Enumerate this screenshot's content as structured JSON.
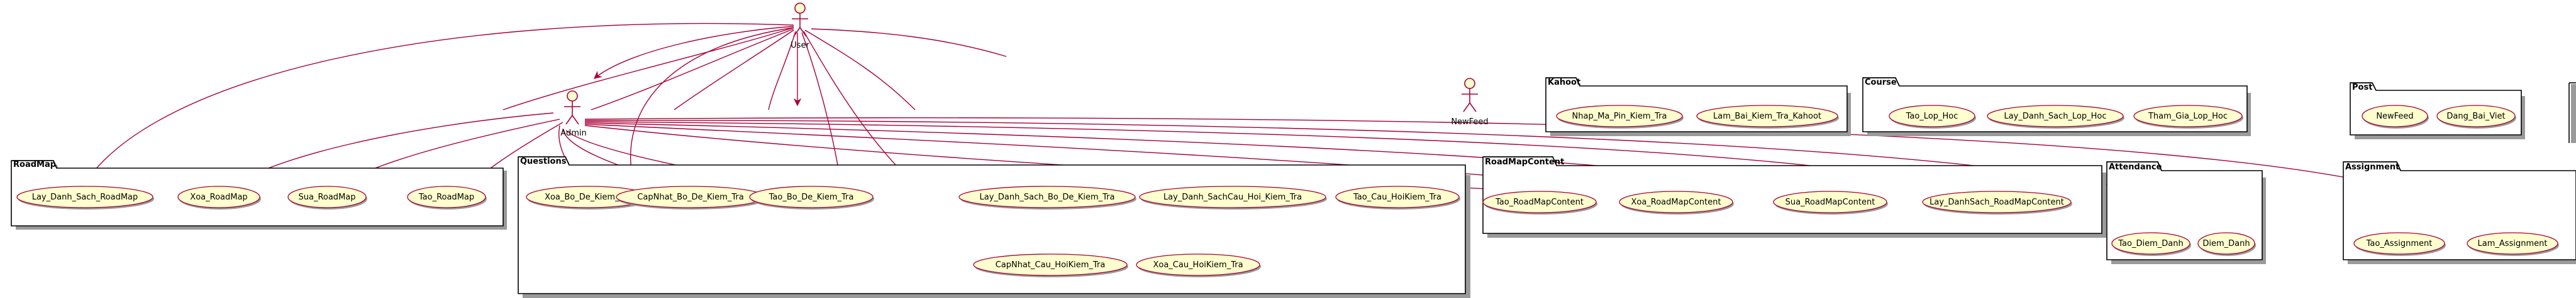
{
  "colors": {
    "usecase_fill": "#FEFECE",
    "usecase_stroke": "#A80036",
    "actor_stroke": "#A80036",
    "actor_fill": "#FEFECE",
    "edge": "#A80036",
    "package_border": "#000000",
    "shadow": "#9a9a9a"
  },
  "actors": {
    "user": {
      "name": "User"
    },
    "admin": {
      "name": "Admin"
    },
    "newfeed": {
      "name": "NewFeed"
    }
  },
  "packages": {
    "roadmap": {
      "title": "RoadMap",
      "use_cases": [
        "Lay_Danh_Sach_RoadMap",
        "Xoa_RoadMap",
        "Sua_RoadMap",
        "Tao_RoadMap"
      ]
    },
    "questions": {
      "title": "Questions",
      "use_cases": [
        "Xoa_Bo_De_Kiem_Tra",
        "CapNhat_Bo_De_Kiem_Tra",
        "Tao_Bo_De_Kiem_Tra",
        "Lay_Danh_Sach_Bo_De_Kiem_Tra",
        "Lay_Danh_SachCau_Hoi_Kiem_Tra",
        "Tao_Cau_HoiKiem_Tra",
        "CapNhat_Cau_HoiKiem_Tra",
        "Xoa_Cau_HoiKiem_Tra"
      ]
    },
    "kahoot": {
      "title": "Kahoot",
      "use_cases": [
        "Nhap_Ma_Pin_Kiem_Tra",
        "Lam_Bai_Kiem_Tra_Kahoot"
      ]
    },
    "course": {
      "title": "Course",
      "use_cases": [
        "Tao_Lop_Hoc",
        "Lay_Danh_Sach_Lop_Hoc",
        "Tham_Gia_Lop_Hoc"
      ]
    },
    "roadmapcontent": {
      "title": "RoadMapContent",
      "use_cases": [
        "Tao_RoadMapContent",
        "Xoa_RoadMapContent",
        "Sua_RoadMapContent",
        "Lay_DanhSach_RoadMapContent"
      ]
    },
    "attendance": {
      "title": "Attendance",
      "use_cases": [
        "Tao_Diem_Danh",
        "Diem_Danh"
      ]
    },
    "post": {
      "title": "Post",
      "use_cases": [
        "NewFeed",
        "Dang_Bai_Viet"
      ]
    },
    "assignment": {
      "title": "Assignment",
      "use_cases": [
        "Tao_Assignment",
        "Lam_Assignment"
      ]
    }
  }
}
